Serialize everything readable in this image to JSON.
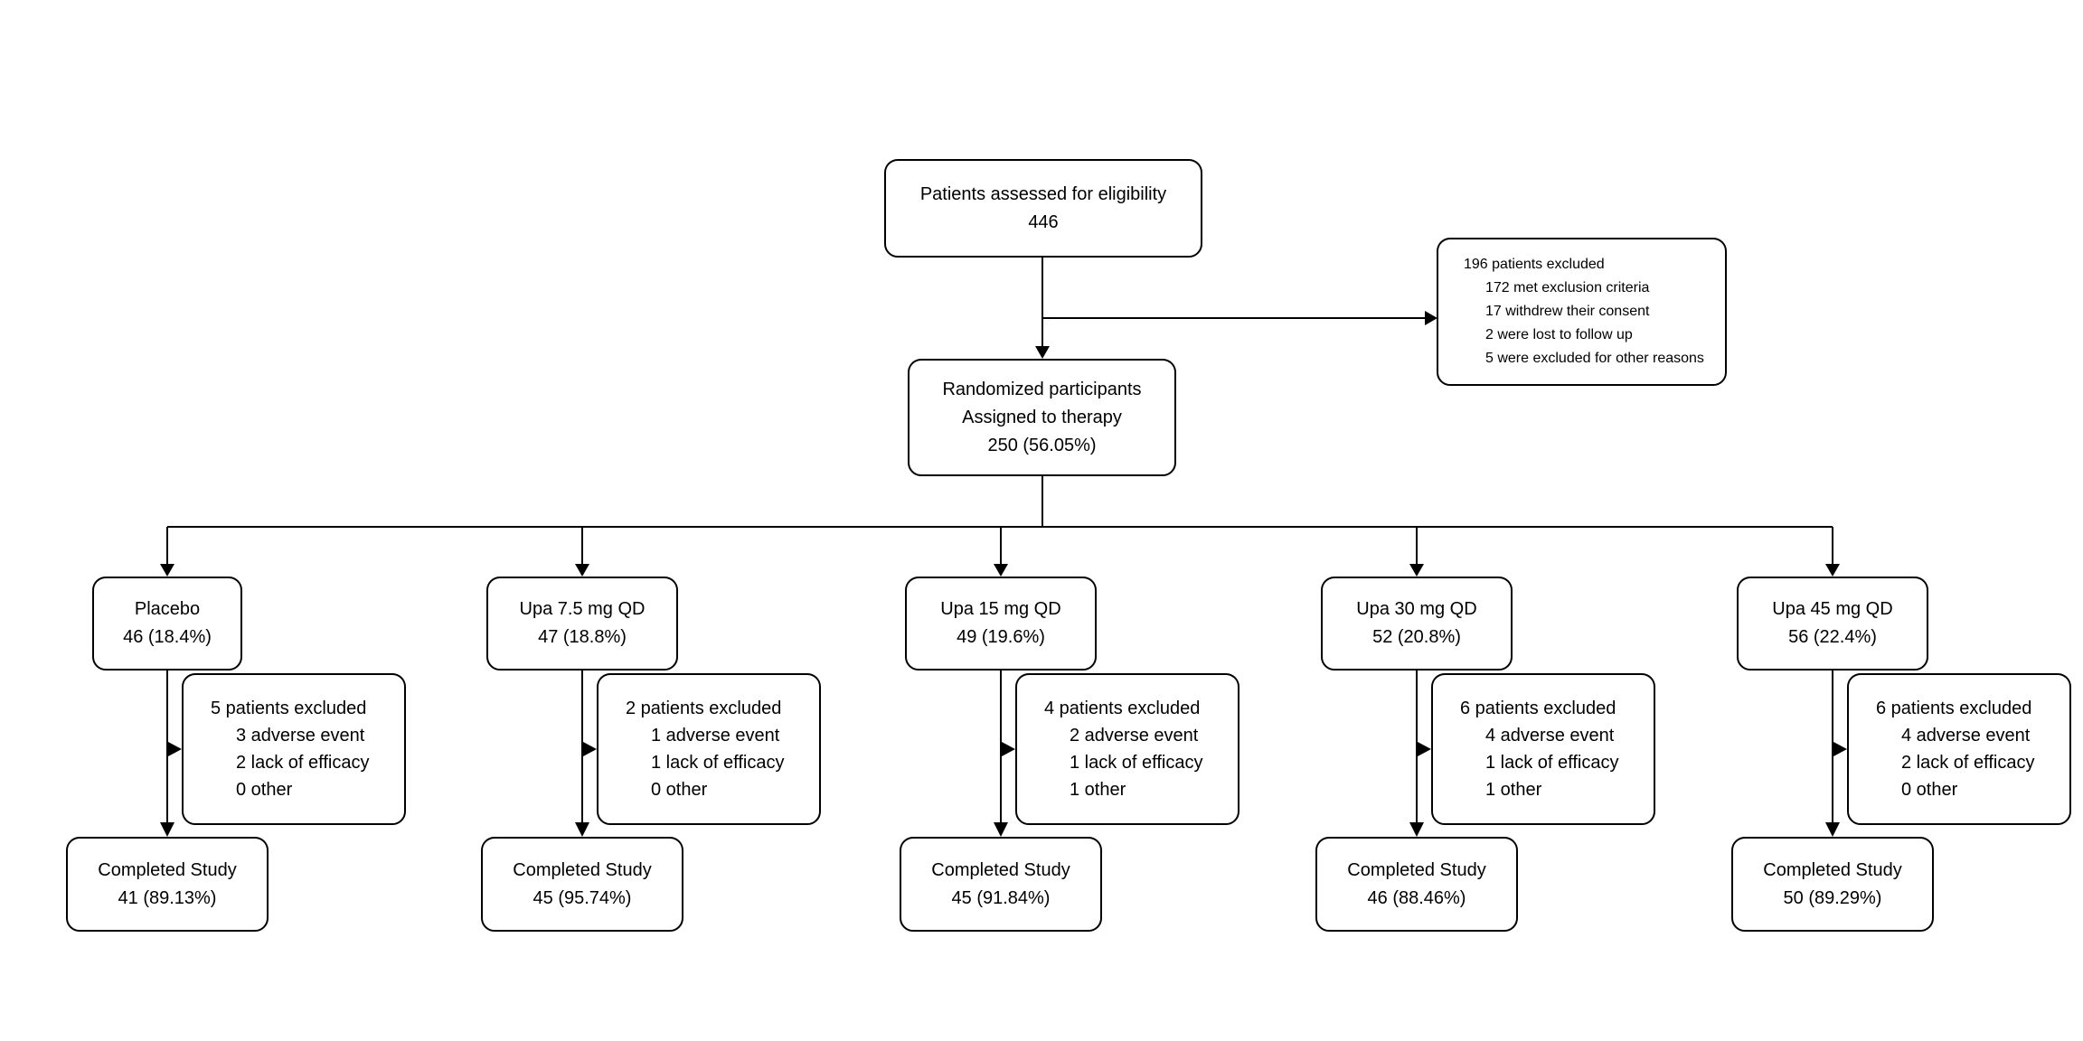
{
  "diagram": {
    "eligibility": {
      "line1": "Patients assessed for eligibility",
      "line2": "446"
    },
    "excluded": {
      "title": "196 patients excluded",
      "items": [
        "172 met exclusion criteria",
        "17 withdrew their consent",
        "2 were lost to follow up",
        "5 were excluded for other reasons"
      ]
    },
    "randomized": {
      "line1": "Randomized participants",
      "line2": "Assigned to therapy",
      "line3": "250 (56.05%)"
    },
    "arms": [
      {
        "label": "Placebo",
        "count": "46 (18.4%)",
        "excluded_title": "5 patients excluded",
        "excluded_items": [
          "3 adverse event",
          "2 lack of efficacy",
          "0 other"
        ],
        "completed_label": "Completed Study",
        "completed_count": "41 (89.13%)"
      },
      {
        "label": "Upa 7.5 mg QD",
        "count": "47 (18.8%)",
        "excluded_title": "2 patients excluded",
        "excluded_items": [
          "1 adverse event",
          "1 lack of efficacy",
          "0 other"
        ],
        "completed_label": "Completed Study",
        "completed_count": "45 (95.74%)"
      },
      {
        "label": "Upa 15 mg QD",
        "count": "49 (19.6%)",
        "excluded_title": "4 patients excluded",
        "excluded_items": [
          "2 adverse event",
          "1 lack of efficacy",
          "1 other"
        ],
        "completed_label": "Completed Study",
        "completed_count": "45 (91.84%)"
      },
      {
        "label": "Upa 30 mg QD",
        "count": "52 (20.8%)",
        "excluded_title": "6 patients excluded",
        "excluded_items": [
          "4 adverse event",
          "1 lack of efficacy",
          "1 other"
        ],
        "completed_label": "Completed Study",
        "completed_count": "46 (88.46%)"
      },
      {
        "label": "Upa 45 mg QD",
        "count": "56 (22.4%)",
        "excluded_title": "6 patients excluded",
        "excluded_items": [
          "4 adverse event",
          "2 lack of efficacy",
          "0 other"
        ],
        "completed_label": "Completed Study",
        "completed_count": "50 (89.29%)"
      }
    ],
    "colors": {
      "stroke": "#000000",
      "background": "#ffffff"
    }
  }
}
